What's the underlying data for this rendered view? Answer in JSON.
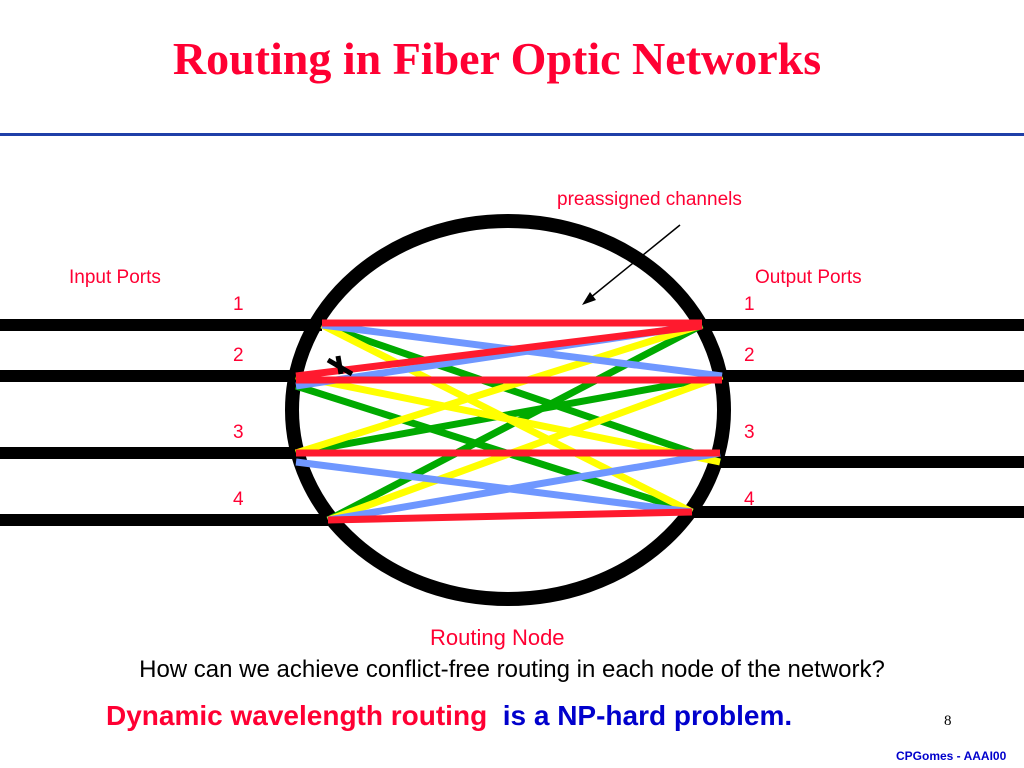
{
  "slide": {
    "title": "Routing in Fiber Optic Networks",
    "page_number": "8",
    "footer": "CPGomes - AAAI00",
    "colors": {
      "title": "#ff0033",
      "rule": "#1f3fa8",
      "footer": "#0000cc"
    }
  },
  "diagram": {
    "input_ports_label": "Input Ports",
    "output_ports_label": "Output Ports",
    "callout_label": "preassigned channels",
    "node_label": "Routing Node",
    "input_ports": [
      "1",
      "2",
      "3",
      "4"
    ],
    "output_ports": [
      "1",
      "2",
      "3",
      "4"
    ],
    "channel_colors": {
      "red": "#ff1a2e",
      "blue": "#6f97ff",
      "green": "#00aa00",
      "yellow": "#ffff00"
    }
  },
  "text": {
    "question": "How can we achieve conflict-free routing in each node  of  the network?",
    "conclusion_part1": "Dynamic wavelength routing ",
    "conclusion_part2": " is a NP-hard problem."
  }
}
